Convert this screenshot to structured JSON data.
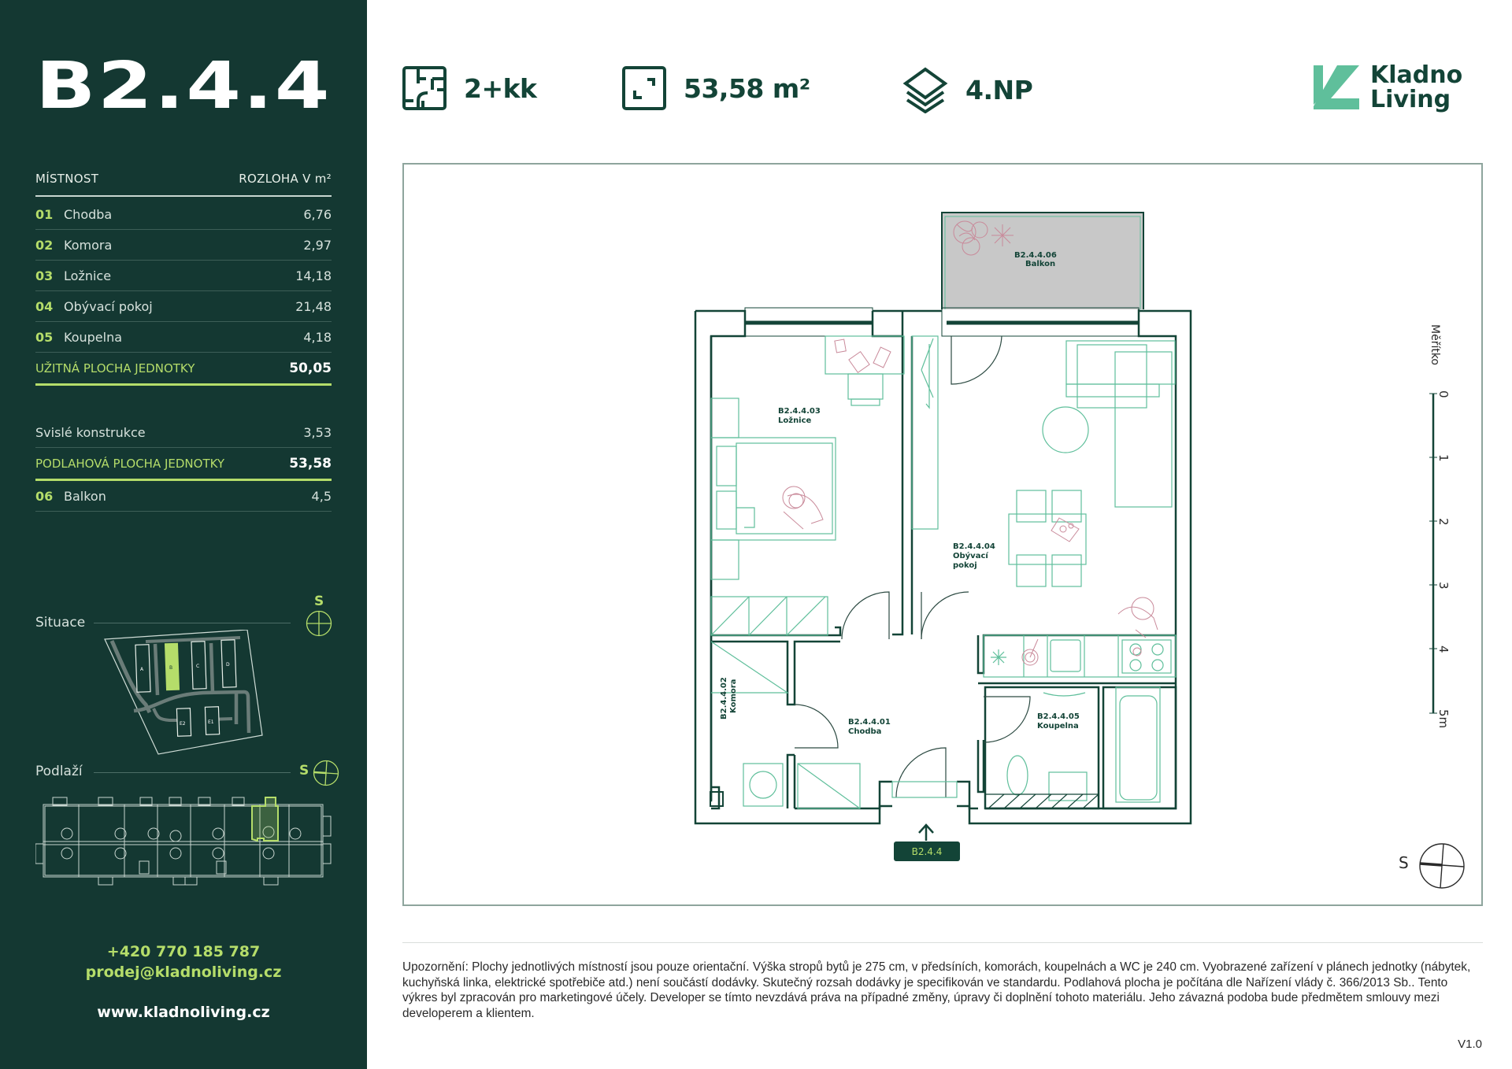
{
  "unit": {
    "code": "B2.4.4"
  },
  "header": {
    "layout": {
      "icon": "floorplan-icon",
      "value": "2+kk"
    },
    "area": {
      "icon": "area-corner-icon",
      "value": "53,58 m²"
    },
    "floor": {
      "icon": "layers-icon",
      "value": "4.NP"
    },
    "logo": {
      "line1": "Kladno",
      "line2": "Living",
      "accent": "#5fbf9b"
    }
  },
  "rooms_table": {
    "col_room": "MÍSTNOST",
    "col_area": "ROZLOHA V m²",
    "rows": [
      {
        "num": "01",
        "name": "Chodba",
        "area": "6,76"
      },
      {
        "num": "02",
        "name": "Komora",
        "area": "2,97"
      },
      {
        "num": "03",
        "name": "Ložnice",
        "area": "14,18"
      },
      {
        "num": "04",
        "name": "Obývací pokoj",
        "area": "21,48"
      },
      {
        "num": "05",
        "name": "Koupelna",
        "area": "4,18"
      }
    ],
    "usable_total": {
      "label": "UŽITNÁ PLOCHA JEDNOTKY",
      "value": "50,05"
    },
    "vertical": {
      "label": "Svislé konstrukce",
      "value": "3,53"
    },
    "floor_total": {
      "label": "PODLAHOVÁ PLOCHA JEDNOTKY",
      "value": "53,58"
    },
    "balcony": {
      "num": "06",
      "name": "Balkon",
      "area": "4,5"
    }
  },
  "site": {
    "label": "Situace",
    "compass": "S",
    "buildings": [
      "A",
      "B",
      "C",
      "D",
      "E2",
      "E1"
    ],
    "highlighted": "B"
  },
  "floor_plan_mini": {
    "label": "Podlaží",
    "compass": "S"
  },
  "contact": {
    "phone": "+420 770 185 787",
    "email": "prodej@kladnoliving.cz",
    "web": "www.kladnoliving.cz"
  },
  "plan": {
    "rooms": [
      {
        "id": "B2.4.4.01",
        "name": "Chodba"
      },
      {
        "id": "B2.4.4.02",
        "name": "Komora"
      },
      {
        "id": "B2.4.4.03",
        "name": "Ložnice"
      },
      {
        "id": "B2.4.4.04",
        "name": "Obývací",
        "name2": "pokoj"
      },
      {
        "id": "B2.4.4.05",
        "name": "Koupelna"
      },
      {
        "id": "B2.4.4.06",
        "name": "Balkon"
      }
    ],
    "entrance_tag": "B2.4.4",
    "scale": {
      "title": "Měřítko",
      "ticks": [
        "0",
        "1",
        "2",
        "3",
        "4",
        "5m"
      ]
    },
    "compass": "S"
  },
  "disclaimer": "Upozornění: Plochy jednotlivých místností jsou pouze orientační. Výška stropů bytů je 275 cm, v předsíních, komorách, koupelnách a WC je 240 cm. Vyobrazené zařízení v plánech jednotky (nábytek, kuchyňská linka, elektrické spotřebiče atd.) není součástí dodávky. Skutečný rozsah dodávky je specifikován ve standardu. Podlahová plocha je počítána dle Nařízení vlády č. 366/2013 Sb.. Tento výkres byl zpracován pro marketingové účely. Developer se tímto nevzdává práva na případné změny, úpravy či doplnění tohoto materiálu. Jeho závazná podoba bude předmětem smlouvy mezi developerem a klientem.",
  "version": "V1.0",
  "colors": {
    "sidebar": "#143832",
    "accent": "#b5dd6a",
    "primary": "#134437",
    "furniture": "#5fbf9b",
    "decor": "#c98a9a"
  }
}
